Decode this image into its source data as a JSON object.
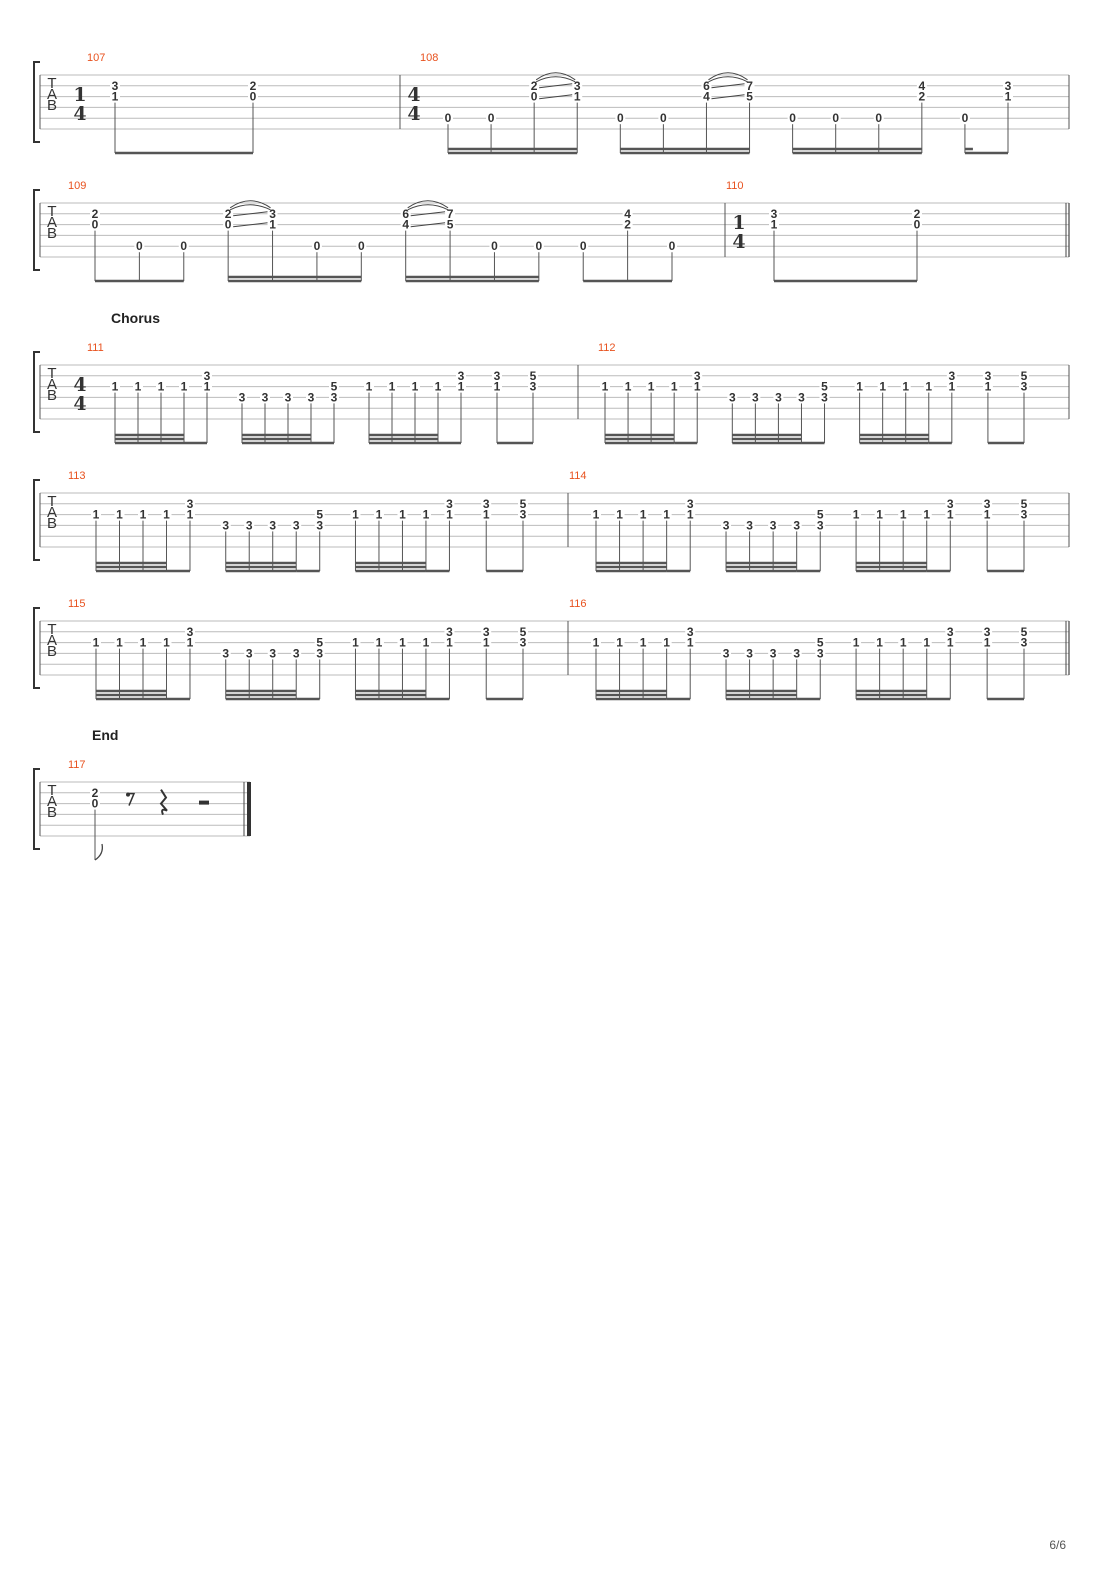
{
  "page": {
    "number": "6/6"
  },
  "tab_letters": [
    "T",
    "A",
    "B"
  ],
  "sections": [
    "Chorus",
    "End"
  ],
  "systems": [
    {
      "measures": [
        {
          "number": "107",
          "timesig": [
            "1",
            "4"
          ],
          "beats": [
            {
              "notes": [
                {
                  "s": 2,
                  "f": "3"
                },
                {
                  "s": 3,
                  "f": "1"
                }
              ]
            },
            {
              "notes": [
                {
                  "s": 2,
                  "f": "2"
                },
                {
                  "s": 3,
                  "f": "0"
                }
              ]
            }
          ],
          "beams": [
            {
              "from": 0,
              "to": 1,
              "levels": 1
            }
          ]
        },
        {
          "number": "108",
          "timesig": [
            "4",
            "4"
          ],
          "beats": [
            {
              "notes": [
                {
                  "s": 5,
                  "f": "0"
                }
              ]
            },
            {
              "notes": [
                {
                  "s": 5,
                  "f": "0"
                }
              ]
            },
            {
              "notes": [
                {
                  "s": 2,
                  "f": "2"
                },
                {
                  "s": 3,
                  "f": "0"
                }
              ]
            },
            {
              "notes": [
                {
                  "s": 2,
                  "f": "3"
                },
                {
                  "s": 3,
                  "f": "1"
                }
              ]
            },
            {
              "notes": [
                {
                  "s": 5,
                  "f": "0"
                }
              ]
            },
            {
              "notes": [
                {
                  "s": 5,
                  "f": "0"
                }
              ]
            },
            {
              "notes": [
                {
                  "s": 2,
                  "f": "6"
                },
                {
                  "s": 3,
                  "f": "4"
                }
              ]
            },
            {
              "notes": [
                {
                  "s": 2,
                  "f": "7"
                },
                {
                  "s": 3,
                  "f": "5"
                }
              ]
            },
            {
              "notes": [
                {
                  "s": 5,
                  "f": "0"
                }
              ]
            },
            {
              "notes": [
                {
                  "s": 5,
                  "f": "0"
                }
              ]
            },
            {
              "notes": [
                {
                  "s": 5,
                  "f": "0"
                }
              ]
            },
            {
              "notes": [
                {
                  "s": 2,
                  "f": "4"
                },
                {
                  "s": 3,
                  "f": "2"
                }
              ]
            },
            {
              "notes": [
                {
                  "s": 5,
                  "f": "0"
                }
              ]
            },
            {
              "notes": [
                {
                  "s": 2,
                  "f": "3"
                },
                {
                  "s": 3,
                  "f": "1"
                }
              ]
            }
          ],
          "beams": [
            {
              "from": 0,
              "to": 3,
              "levels": 2
            },
            {
              "from": 4,
              "to": 7,
              "levels": 2
            },
            {
              "from": 8,
              "to": 11,
              "levels": 2
            },
            {
              "from": 12,
              "to": 13,
              "levels": 1,
              "hook": "right"
            }
          ],
          "slides": [
            {
              "from": 2,
              "to": 3
            },
            {
              "from": 6,
              "to": 7
            }
          ]
        }
      ]
    },
    {
      "measures": [
        {
          "number": "109",
          "beats": [
            {
              "notes": [
                {
                  "s": 2,
                  "f": "2"
                },
                {
                  "s": 3,
                  "f": "0"
                }
              ]
            },
            {
              "notes": [
                {
                  "s": 5,
                  "f": "0"
                }
              ]
            },
            {
              "notes": [
                {
                  "s": 5,
                  "f": "0"
                }
              ]
            },
            {
              "notes": [
                {
                  "s": 2,
                  "f": "2"
                },
                {
                  "s": 3,
                  "f": "0"
                }
              ]
            },
            {
              "notes": [
                {
                  "s": 2,
                  "f": "3"
                },
                {
                  "s": 3,
                  "f": "1"
                }
              ]
            },
            {
              "notes": [
                {
                  "s": 5,
                  "f": "0"
                }
              ]
            },
            {
              "notes": [
                {
                  "s": 5,
                  "f": "0"
                }
              ]
            },
            {
              "notes": [
                {
                  "s": 2,
                  "f": "6"
                },
                {
                  "s": 3,
                  "f": "4"
                }
              ]
            },
            {
              "notes": [
                {
                  "s": 2,
                  "f": "7"
                },
                {
                  "s": 3,
                  "f": "5"
                }
              ]
            },
            {
              "notes": [
                {
                  "s": 5,
                  "f": "0"
                }
              ]
            },
            {
              "notes": [
                {
                  "s": 5,
                  "f": "0"
                }
              ]
            },
            {
              "notes": [
                {
                  "s": 5,
                  "f": "0"
                }
              ]
            },
            {
              "notes": [
                {
                  "s": 2,
                  "f": "4"
                },
                {
                  "s": 3,
                  "f": "2"
                }
              ]
            },
            {
              "notes": [
                {
                  "s": 5,
                  "f": "0"
                }
              ]
            }
          ],
          "beams": [
            {
              "from": 0,
              "to": 2,
              "levels": 1
            },
            {
              "from": 3,
              "to": 6,
              "levels": 2
            },
            {
              "from": 7,
              "to": 10,
              "levels": 2
            },
            {
              "from": 11,
              "to": 13,
              "levels": 1
            }
          ],
          "slides": [
            {
              "from": 3,
              "to": 4
            },
            {
              "from": 7,
              "to": 8
            }
          ]
        },
        {
          "number": "110",
          "timesig": [
            "1",
            "4"
          ],
          "end": "double",
          "beats": [
            {
              "notes": [
                {
                  "s": 2,
                  "f": "3"
                },
                {
                  "s": 3,
                  "f": "1"
                }
              ]
            },
            {
              "notes": [
                {
                  "s": 2,
                  "f": "2"
                },
                {
                  "s": 3,
                  "f": "0"
                }
              ]
            }
          ],
          "beams": [
            {
              "from": 0,
              "to": 1,
              "levels": 1
            }
          ]
        }
      ]
    },
    {
      "section": "Chorus",
      "measures": [
        {
          "number": "111",
          "timesig": [
            "4",
            "4"
          ],
          "pattern": "chorus"
        },
        {
          "number": "112",
          "pattern": "chorus"
        }
      ]
    },
    {
      "measures": [
        {
          "number": "113",
          "pattern": "chorus"
        },
        {
          "number": "114",
          "pattern": "chorus"
        }
      ]
    },
    {
      "measures": [
        {
          "number": "115",
          "pattern": "chorus"
        },
        {
          "number": "116",
          "pattern": "chorus",
          "end": "double"
        }
      ]
    },
    {
      "section": "End",
      "measures": [
        {
          "number": "117",
          "end": "final",
          "beats": [
            {
              "notes": [
                {
                  "s": 2,
                  "f": "2"
                },
                {
                  "s": 3,
                  "f": "0"
                }
              ]
            }
          ],
          "rests": [
            "eighth",
            "quarter",
            "half"
          ]
        }
      ]
    }
  ],
  "chorus_pattern": {
    "beats": [
      {
        "notes": [
          {
            "s": 3,
            "f": "1"
          }
        ]
      },
      {
        "notes": [
          {
            "s": 3,
            "f": "1"
          }
        ]
      },
      {
        "notes": [
          {
            "s": 3,
            "f": "1"
          }
        ]
      },
      {
        "notes": [
          {
            "s": 3,
            "f": "1"
          }
        ]
      },
      {
        "notes": [
          {
            "s": 2,
            "f": "3"
          },
          {
            "s": 3,
            "f": "1"
          }
        ]
      },
      {
        "notes": [
          {
            "s": 4,
            "f": "3"
          }
        ]
      },
      {
        "notes": [
          {
            "s": 4,
            "f": "3"
          }
        ]
      },
      {
        "notes": [
          {
            "s": 4,
            "f": "3"
          }
        ]
      },
      {
        "notes": [
          {
            "s": 4,
            "f": "3"
          }
        ]
      },
      {
        "notes": [
          {
            "s": 3,
            "f": "5"
          },
          {
            "s": 4,
            "f": "3"
          }
        ]
      },
      {
        "notes": [
          {
            "s": 3,
            "f": "1"
          }
        ]
      },
      {
        "notes": [
          {
            "s": 3,
            "f": "1"
          }
        ]
      },
      {
        "notes": [
          {
            "s": 3,
            "f": "1"
          }
        ]
      },
      {
        "notes": [
          {
            "s": 3,
            "f": "1"
          }
        ]
      },
      {
        "notes": [
          {
            "s": 2,
            "f": "3"
          },
          {
            "s": 3,
            "f": "1"
          }
        ]
      },
      {
        "notes": [
          {
            "s": 2,
            "f": "3"
          },
          {
            "s": 3,
            "f": "1"
          }
        ]
      },
      {
        "notes": [
          {
            "s": 2,
            "f": "5"
          },
          {
            "s": 3,
            "f": "3"
          }
        ]
      }
    ],
    "beams": [
      {
        "from": 0,
        "to": 3,
        "levels": 3,
        "plus": 4
      },
      {
        "from": 5,
        "to": 8,
        "levels": 3,
        "plus": 9
      },
      {
        "from": 10,
        "to": 13,
        "levels": 3,
        "plus": 14
      },
      {
        "from": 15,
        "to": 16,
        "levels": 1
      }
    ]
  }
}
